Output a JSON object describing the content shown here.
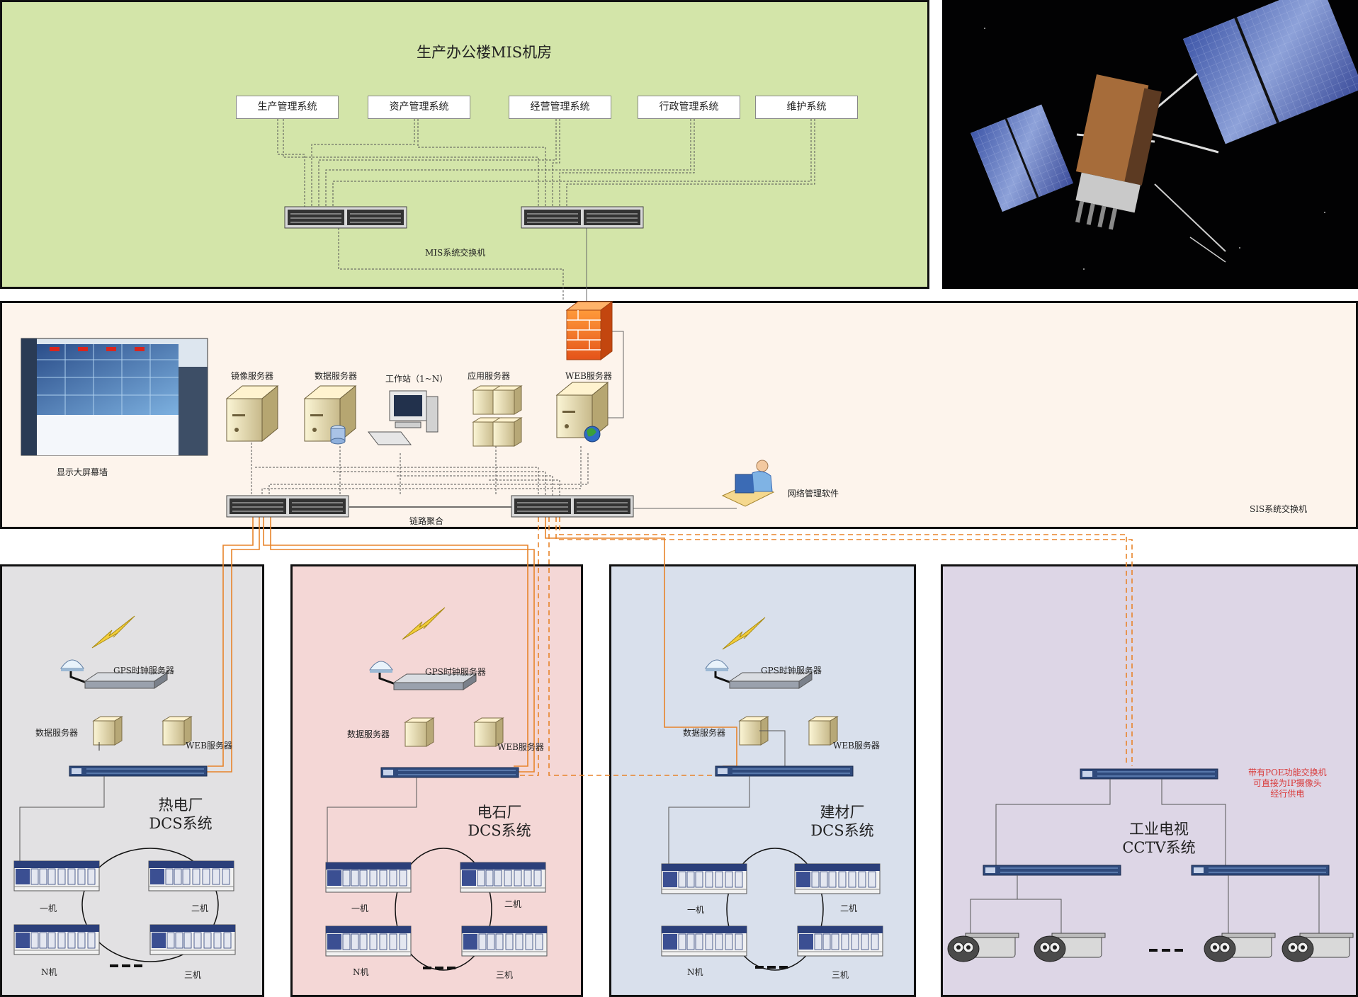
{
  "mis": {
    "title": "生产办公楼MIS机房",
    "systems": [
      "生产管理系统",
      "资产管理系统",
      "经营管理系统",
      "行政管理系统",
      "维护系统"
    ],
    "switch_label": "MIS系统交换机"
  },
  "sis": {
    "video_wall_label": "显示大屏幕墙",
    "servers": {
      "mirror": "镜像服务器",
      "data": "数据服务器",
      "workstation": "工作站（1~N）",
      "app": "应用服务器",
      "web": "WEB服务器"
    },
    "network_mgmt": "网络管理软件",
    "link_aggregation": "链路聚合",
    "switch_label": "SIS系统交换机"
  },
  "plants": [
    {
      "name_line1": "热电厂",
      "name_line2": "DCS系统",
      "gps": "GPS时钟服务器",
      "data_server": "数据服务器",
      "web_server": "WEB服务器",
      "units": [
        "一机",
        "二机",
        "N机",
        "三机"
      ]
    },
    {
      "name_line1": "电石厂",
      "name_line2": "DCS系统",
      "gps": "GPS时钟服务器",
      "data_server": "数据服务器",
      "web_server": "WEB服务器",
      "units": [
        "一机",
        "二机",
        "N机",
        "三机"
      ]
    },
    {
      "name_line1": "建材厂",
      "name_line2": "DCS系统",
      "gps": "GPS时钟服务器",
      "data_server": "数据服务器",
      "web_server": "WEB服务器",
      "units": [
        "一机",
        "二机",
        "N机",
        "三机"
      ]
    }
  ],
  "cctv": {
    "name_line1": "工业电视",
    "name_line2": "CCTV系统",
    "poe_note": [
      "带有POE功能交换机",
      "可直接为IP摄像头",
      "经行供电"
    ]
  },
  "colors": {
    "mis_bg": "#d3e5a9",
    "sis_bg": "#fdf4ec",
    "plant1_bg": "#e2e1e3",
    "plant2_bg": "#f4d7d6",
    "plant3_bg": "#d9e0ec",
    "cctv_bg": "#ddd6e6",
    "link_orange": "#e8832a",
    "poe_note": "#d93a3a"
  }
}
